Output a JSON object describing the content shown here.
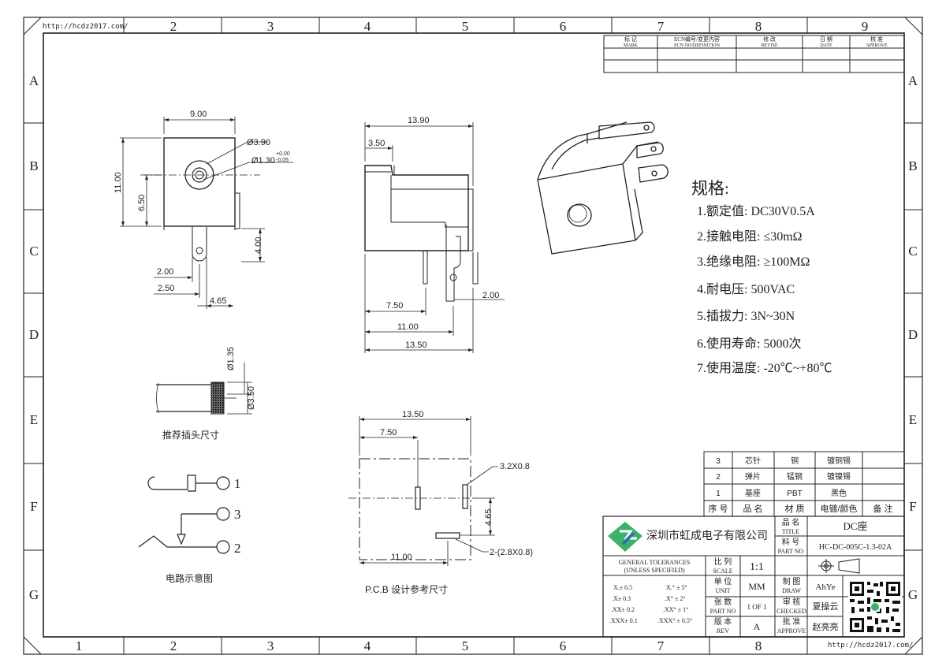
{
  "frame": {
    "url": "http://hcdz2017.com/",
    "top_columns": [
      "2",
      "3",
      "4",
      "5",
      "6",
      "7",
      "8",
      "9"
    ],
    "bottom_columns": [
      "1",
      "2",
      "3",
      "4",
      "5",
      "6",
      "7",
      "8"
    ],
    "rows": [
      "A",
      "B",
      "C",
      "D",
      "E",
      "F",
      "G"
    ]
  },
  "revision_table": {
    "headers": [
      {
        "cn": "标 记",
        "en": "MARK"
      },
      {
        "cn": "ECN编号/变更内容",
        "en": "ECN NO/DEFINITION"
      },
      {
        "cn": "修 改",
        "en": "REVISE"
      },
      {
        "cn": "日 期",
        "en": "DATE"
      },
      {
        "cn": "核 准",
        "en": "APPROVE"
      }
    ]
  },
  "front_view": {
    "dims": {
      "width": "9.00",
      "height": "11.00",
      "center": "6.50",
      "pin_len": "4.00",
      "pin_a": "2.00",
      "pin_b": "2.50",
      "pin_c": "4.65"
    },
    "callout_d1": "Ø3.90",
    "callout_d2": "Ø1.30",
    "callout_tol_plus": "+0.00",
    "callout_tol_minus": "-0.05"
  },
  "side_view": {
    "dims": {
      "length": "13.90",
      "top": "3.50",
      "pin": "2.00",
      "a": "7.50",
      "b": "11.00",
      "c": "13.50"
    }
  },
  "specs": {
    "title": "规格:",
    "items": [
      "1.额定值: DC30V0.5A",
      "2.接触电阻: ≤30mΩ",
      "3.绝缘电阻: ≥100MΩ",
      "4.耐电压: 500VAC",
      "5.插拔力: 3N~30N",
      "6.使用寿命: 5000次",
      "7.使用温度: -20℃~+80℃"
    ]
  },
  "plug": {
    "d1": "Ø1.35",
    "d2": "Ø3.50",
    "caption": "推荐插头尺寸"
  },
  "circuit": {
    "pins": [
      "1",
      "3",
      "2"
    ],
    "caption": "电路示意图"
  },
  "pcb": {
    "dims": {
      "total": "13.50",
      "a": "7.50",
      "b": "11.00",
      "h": "4.65"
    },
    "hole1": "3.2X0.8",
    "hole2": "2-(2.8X0.8)",
    "caption": "P.C.B 设计参考尺寸"
  },
  "bom": {
    "rows": [
      [
        "3",
        "芯针",
        "铜",
        "镀铜锡",
        ""
      ],
      [
        "2",
        "弹片",
        "锰钢",
        "镀镍锡",
        ""
      ],
      [
        "1",
        "基座",
        "PBT",
        "黑色",
        ""
      ]
    ],
    "headers": [
      "序 号",
      "品 名",
      "材 质",
      "电镀/颜色",
      "备 注"
    ]
  },
  "title_block": {
    "company": "深圳市虹成电子有限公司",
    "name_label_cn": "品 名",
    "name_label_en": "TITLE",
    "name": "DC座",
    "part_label_cn": "料 号",
    "part_label_en": "PART NO",
    "part_no": "HC-DC-005C-1.3-02A",
    "tol_title1": "GENERAL TOLERANCES",
    "tol_title2": "(UNLESS SPECIFIED)",
    "tol_left": [
      "X.± 0.5",
      ".X± 0.3",
      ".XX± 0.2",
      ".XXX± 0.1"
    ],
    "tol_right": [
      "X.° ± 5°",
      ".X° ± 2°",
      ".XX° ± 1°",
      ".XXX° ± 0.5°"
    ],
    "scale_cn": "比 列",
    "scale_en": "SCALE",
    "scale": "1:1",
    "unit_cn": "单 位",
    "unit_en": "UNIT",
    "unit": "MM",
    "sheet_cn": "张 数",
    "sheet_en": "PART NO",
    "sheet": "1 OF 1",
    "rev_cn": "版 本",
    "rev_en": "REV",
    "rev": "A",
    "draw_cn": "制 图",
    "draw_en": "DRAW",
    "draw": "AhYe",
    "check_cn": "审 核",
    "check_en": "CHECKED",
    "check": "夏操云",
    "approve_cn": "批 准",
    "approve_en": "APPROVE",
    "approve": "赵亮亮"
  },
  "colors": {
    "line": "#222222",
    "logo_green": "#3db06a",
    "logo_blue": "#2f6fb5"
  }
}
